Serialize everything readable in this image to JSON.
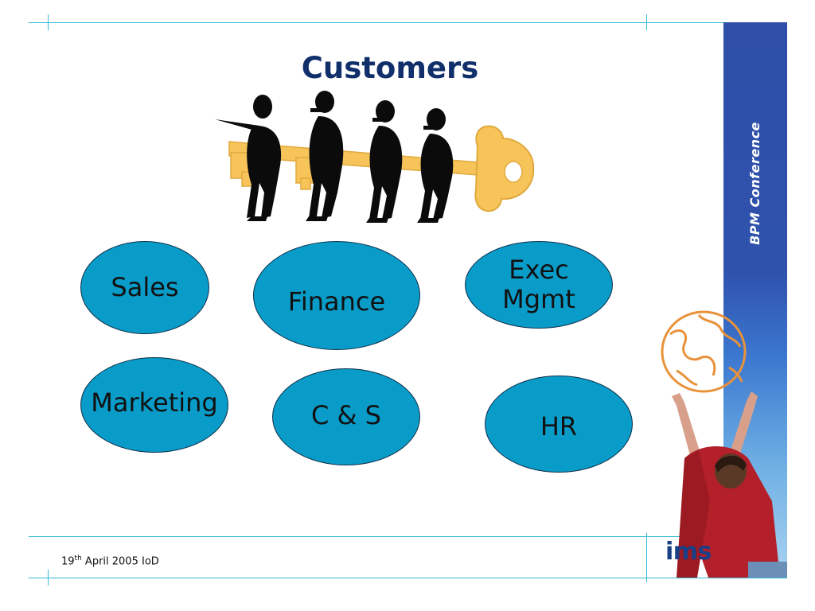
{
  "slide": {
    "title": "Customers",
    "departments": [
      {
        "label": "Sales"
      },
      {
        "label": "Finance"
      },
      {
        "label": "Exec\nMgmt"
      },
      {
        "label": "Marketing"
      },
      {
        "label": "C & S"
      },
      {
        "label": "HR"
      }
    ],
    "sidebar_text": "BPM Conference",
    "logo_text": "ims",
    "footer": {
      "day": "19",
      "day_suffix": "th",
      "rest": "April 2005 IoD"
    }
  },
  "colors": {
    "title": "#11306b",
    "ellipse_fill": "#0a9cc9",
    "rule": "#33b9d6",
    "sidebar": "#2f4fa8",
    "key": "#f7c45a"
  },
  "icons": [
    "key-icon",
    "people-silhouettes",
    "globe-icon",
    "person-reaching-photo"
  ]
}
